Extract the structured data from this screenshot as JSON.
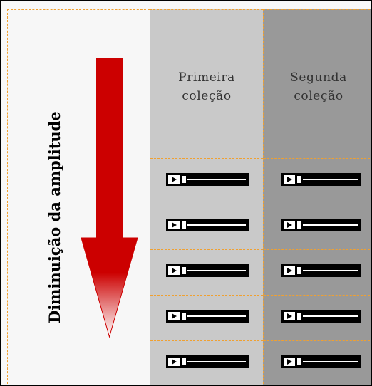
{
  "title": "Diminuição da amplitude",
  "colors": {
    "arrow": "#cc0000",
    "guide": "#f0a030"
  },
  "collections": [
    {
      "header": [
        "Primeira",
        "coleção"
      ],
      "players": 5
    },
    {
      "header": [
        "Segunda",
        "coleção"
      ],
      "players": 5
    }
  ]
}
